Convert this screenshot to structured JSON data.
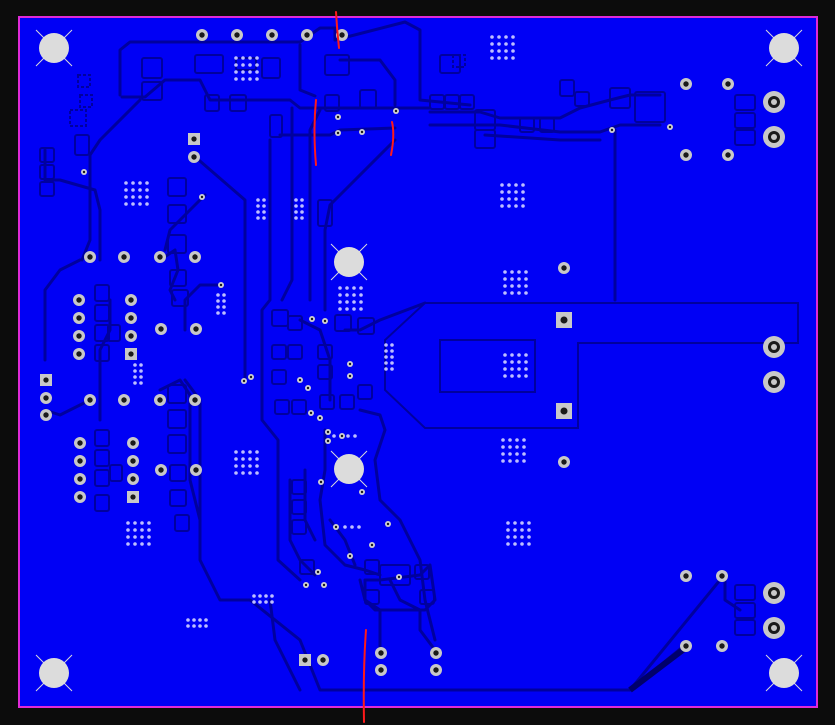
{
  "viewer": {
    "title": "",
    "layer": "bottom-copper"
  },
  "colors": {
    "background": "#0c0c0c",
    "board_fill": "#0000f5",
    "board_outline": "#e02ad8",
    "trace": "#00009e",
    "trace_dark": "#00006a",
    "pad": "#c8c8c8",
    "pad_hole": "#1a1a1a",
    "annotation": "#ff1a1a"
  },
  "icons": {
    "mounting_hole": "mounting-hole-icon",
    "via": "via-icon",
    "square_pad": "square-pad-icon",
    "annotation_mark": "red-annotation-mark"
  },
  "annotations_count": 4
}
